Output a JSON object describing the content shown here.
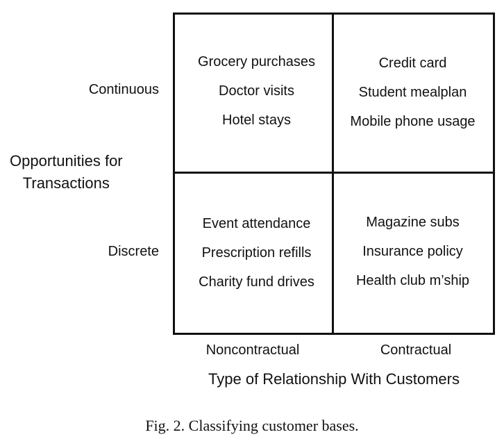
{
  "y_axis": {
    "title_line1": "Opportunities for",
    "title_line2": "Transactions",
    "rows": [
      "Continuous",
      "Discrete"
    ]
  },
  "x_axis": {
    "title": "Type of Relationship With Customers",
    "columns": [
      "Noncontractual",
      "Contractual"
    ]
  },
  "quadrants": {
    "continuous_noncontractual": [
      "Grocery purchases",
      "Doctor visits",
      "Hotel stays"
    ],
    "continuous_contractual": [
      "Credit card",
      "Student mealplan",
      "Mobile phone usage"
    ],
    "discrete_noncontractual": [
      "Event attendance",
      "Prescription refills",
      "Charity fund drives"
    ],
    "discrete_contractual": [
      "Magazine subs",
      "Insurance policy",
      "Health club m’ship"
    ]
  },
  "caption": "Fig. 2. Classifying customer bases."
}
